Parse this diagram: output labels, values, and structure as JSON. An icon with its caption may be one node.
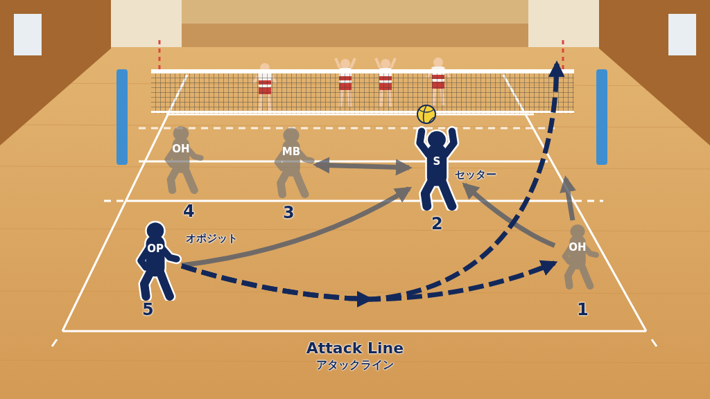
{
  "diagram": {
    "nodes": [
      {
        "text": [
          "OH"
        ],
        "beside": [
          "4"
        ]
      },
      {
        "text": [
          "MB"
        ],
        "beside": [
          "3"
        ]
      },
      {
        "text": [
          "S"
        ],
        "beside": [
          "セッター",
          "2"
        ]
      },
      {
        "text": [
          "OP"
        ],
        "beside": [
          "オポジット",
          "5"
        ]
      },
      {
        "text": [
          "OH"
        ],
        "beside": [
          "1"
        ]
      }
    ],
    "edges": [
      {
        "from": 1,
        "to": 2,
        "arrow": "both"
      },
      {
        "from": 3,
        "to": 2,
        "arrow": "to"
      },
      {
        "from": 4,
        "to": 2,
        "arrow": "to"
      },
      {
        "from": 4,
        "to": null,
        "arrow": "to"
      },
      {
        "from": 3,
        "to": 4,
        "arrow": "to",
        "style": "dashed",
        "color": "#13285a"
      },
      {
        "from": 3,
        "to": null,
        "arrow": "to",
        "style": "dashed",
        "color": "#13285a"
      }
    ],
    "labels": [
      "Attack Line",
      "アタックライン"
    ]
  }
}
